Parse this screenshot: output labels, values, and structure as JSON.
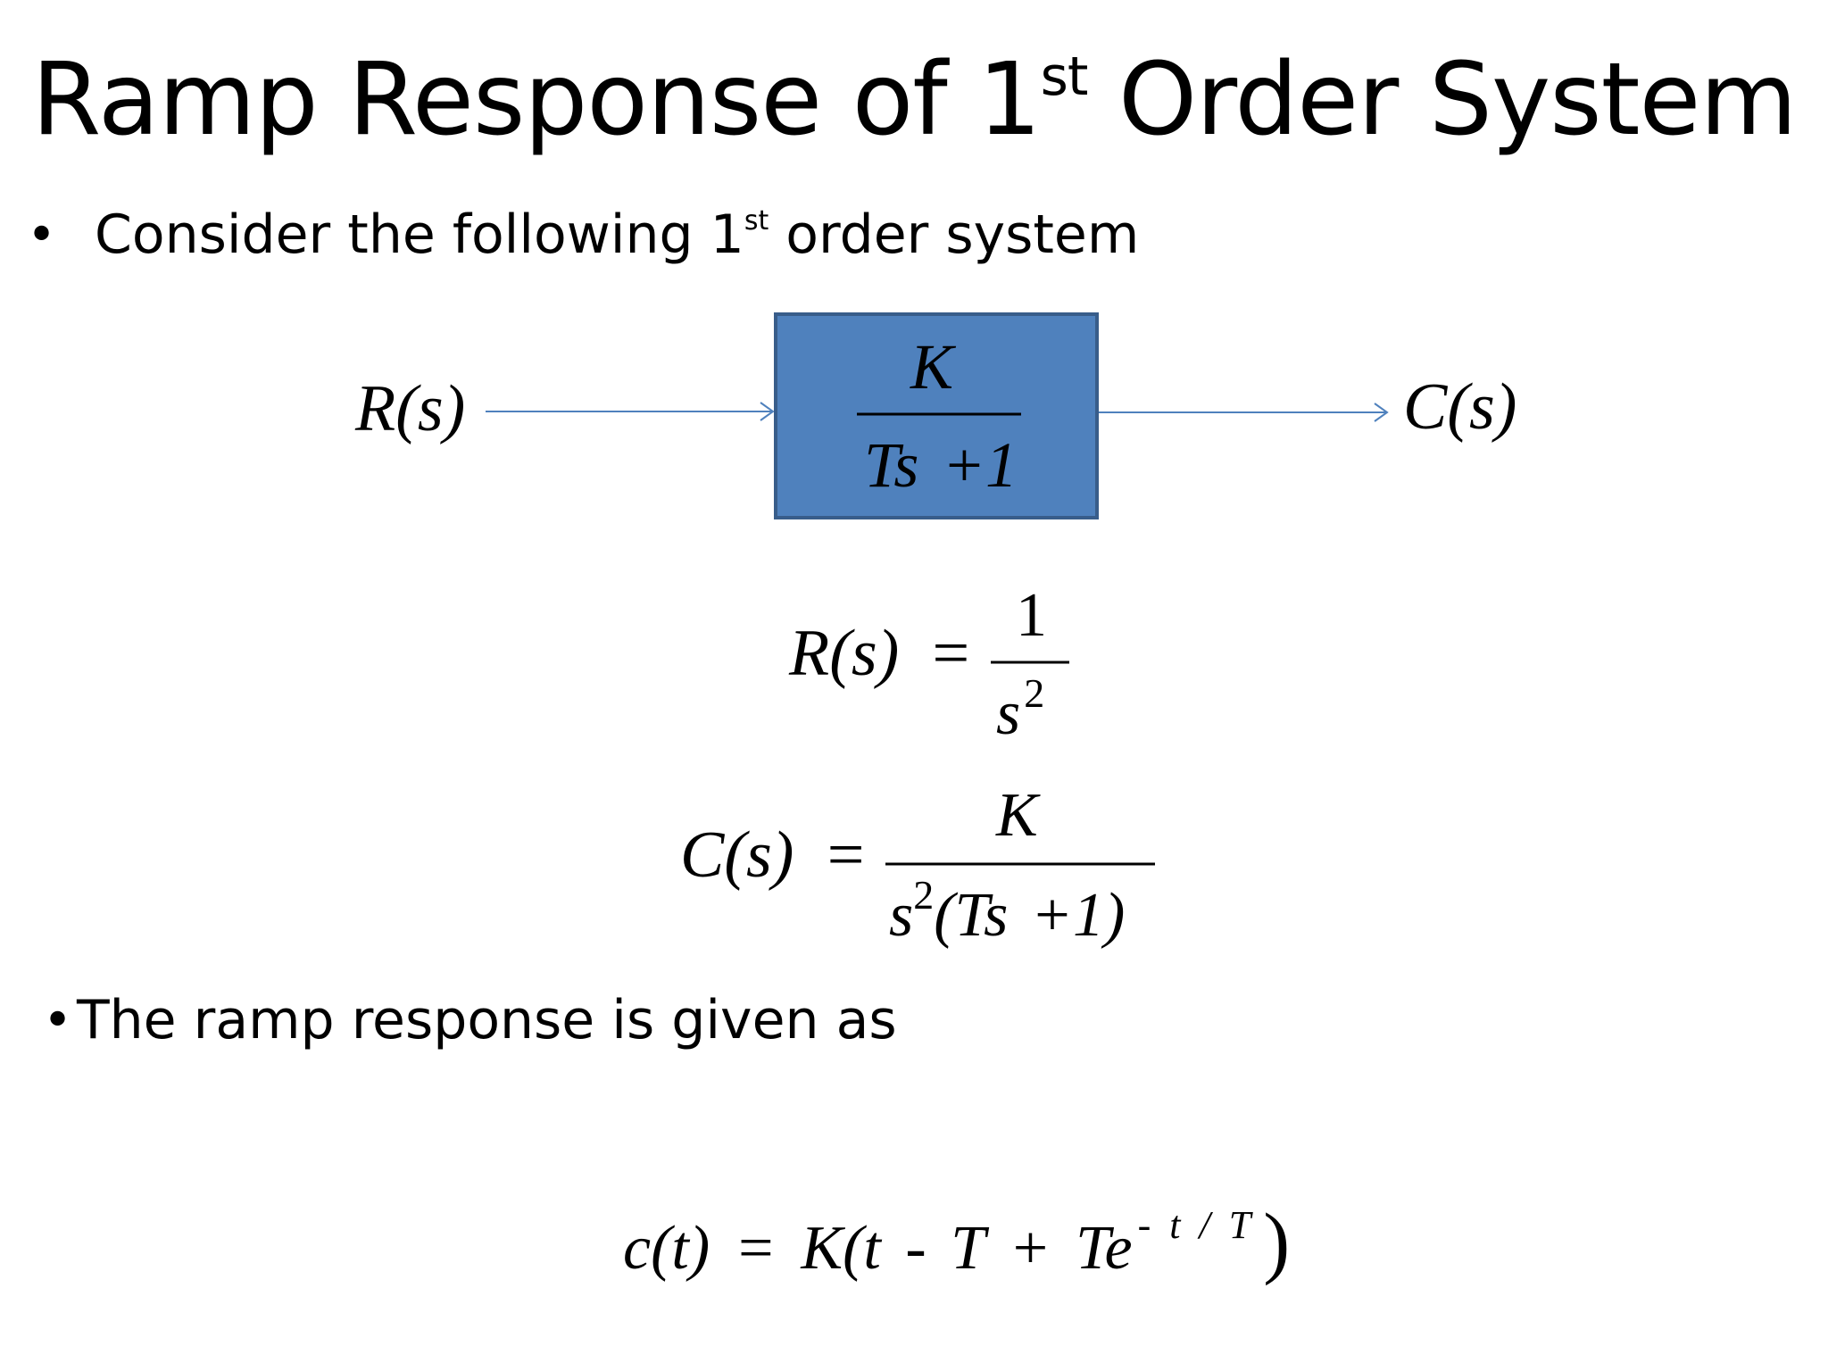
{
  "slide": {
    "title_main": "Ramp Response of 1",
    "title_sup": "st",
    "title_rest": " Order System",
    "bullet1_main": "Consider the following 1",
    "bullet1_sup": "st",
    "bullet1_rest": " order system",
    "bullet2": "The ramp response is given as",
    "bullet_glyph": "•"
  },
  "block_diagram": {
    "input_label": "R(s)",
    "output_label": "C(s)",
    "block_numerator": "K",
    "block_denominator": "Ts +1",
    "block_fill": "#4f81bd",
    "block_border": "#385d8a",
    "arrow_color": "#4f81bd"
  },
  "equations": {
    "r_lhs": "R(s) =",
    "r_num": "1",
    "r_den": "s",
    "r_den_exp": "2",
    "c_lhs": "C(s) =",
    "c_num": "K",
    "c_den_s": "s",
    "c_den_exp": "2",
    "c_den_rest": "(Ts +1)",
    "ct_lhs": "c(t) =",
    "ct_body": "K(t - T + Te",
    "ct_exp": "- t / T",
    "ct_close": ")"
  }
}
